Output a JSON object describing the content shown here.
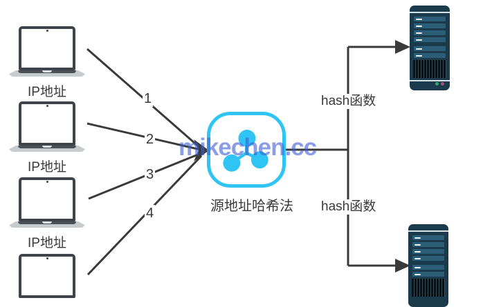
{
  "watermark": {
    "text": "mikechen.cc",
    "color": "#3d5cd2"
  },
  "clients": {
    "label": "IP地址",
    "items": [
      {
        "request_number": "1"
      },
      {
        "request_number": "2"
      },
      {
        "request_number": "3"
      },
      {
        "request_number": "4"
      }
    ]
  },
  "hub": {
    "label": "源地址哈希法",
    "accent_color": "#2fc4f3",
    "icon": "share-network-icon"
  },
  "branches": {
    "top_label": "hash函数",
    "bottom_label": "hash函数"
  },
  "servers": {
    "count": 2,
    "body_color": "#1b3a4b",
    "slot_color": "#2c5f77",
    "led_colors": [
      "#3aa273",
      "#a1537a"
    ]
  },
  "lines": {
    "color": "#3a3a3a"
  }
}
